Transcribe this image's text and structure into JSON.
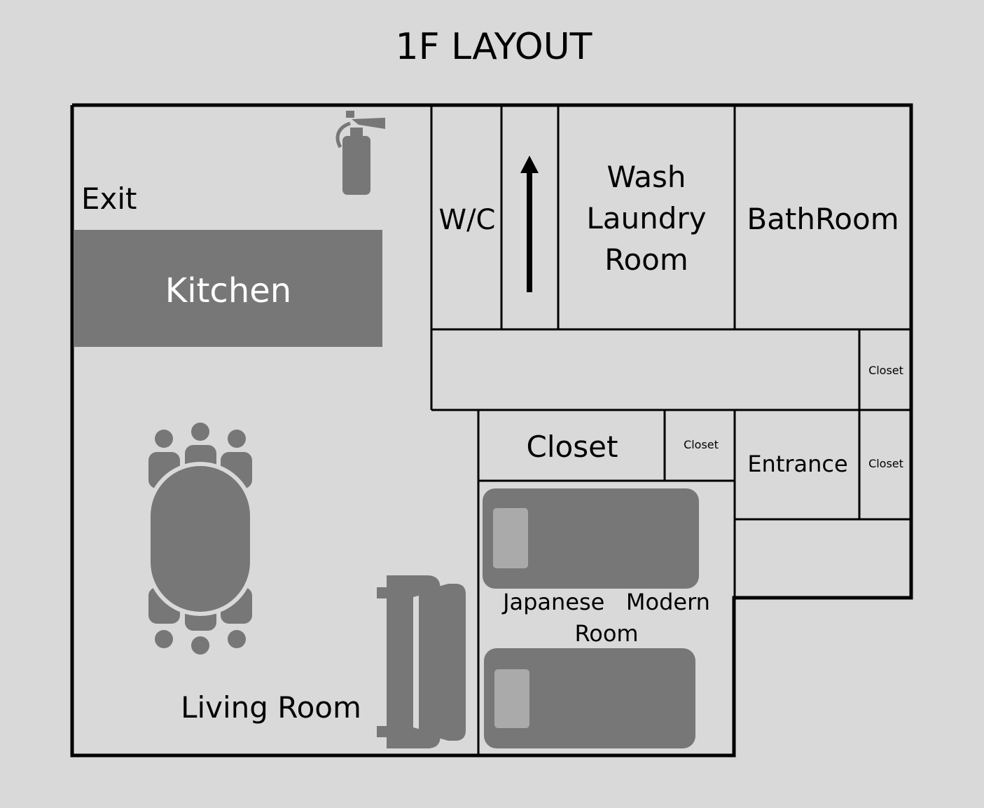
{
  "title": "1F LAYOUT",
  "colors": {
    "background": "#d9d9d9",
    "wall": "#000000",
    "furniture": "#777777",
    "pillow": "#aaaaaa"
  },
  "rooms": {
    "exit": "Exit",
    "kitchen": "Kitchen",
    "wc": "W/C",
    "wash_laundry": [
      "Wash",
      "Laundry",
      "Room"
    ],
    "bathroom": "BathRoom",
    "closet_hall": "Closet",
    "closet_main": "Closet",
    "closet_small": "Closet",
    "entrance": "Entrance",
    "closet_entrance": "Closet",
    "japanese_modern": [
      "Japanese   Modern",
      "Room"
    ],
    "living_room": "Living Room"
  },
  "icons": [
    "fire-extinguisher-icon",
    "stairs-up-arrow-icon",
    "dining-table-icon",
    "sofa-icon",
    "bed-icon"
  ]
}
